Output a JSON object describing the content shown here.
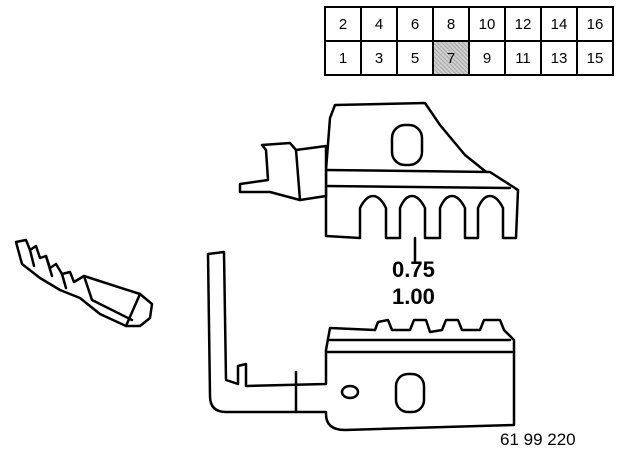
{
  "grid": {
    "top_row": [
      "2",
      "4",
      "6",
      "8",
      "10",
      "12",
      "14",
      "16"
    ],
    "bottom_row": [
      "1",
      "3",
      "5",
      "7",
      "9",
      "11",
      "13",
      "15"
    ],
    "highlighted": "7"
  },
  "labels": {
    "size_a": "0.75",
    "size_b": "1.00"
  },
  "reference": "61 99 220"
}
